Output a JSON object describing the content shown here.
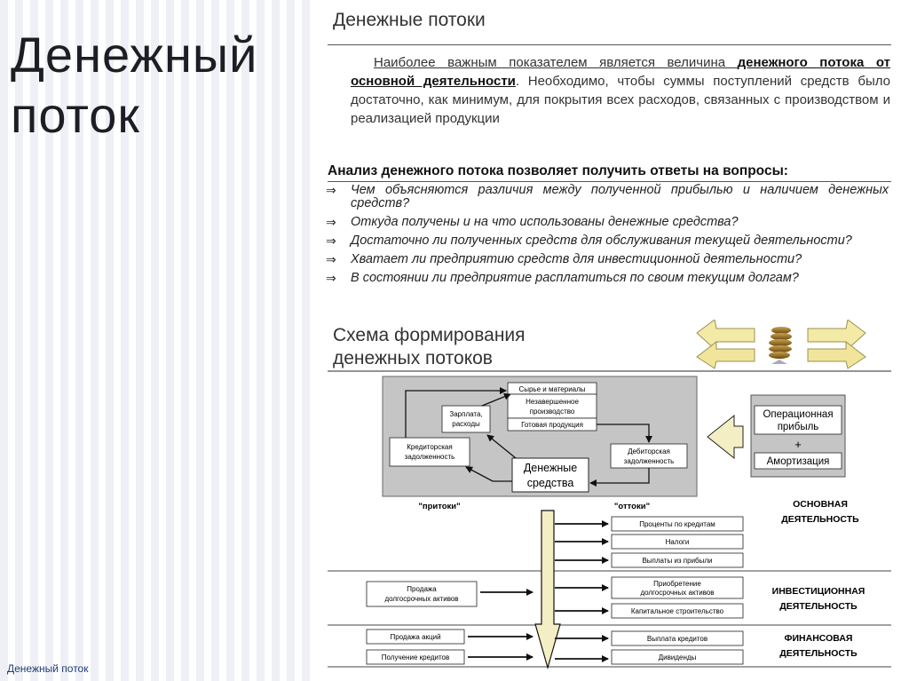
{
  "slide": {
    "title_line1": "Денежный",
    "title_line2": "поток",
    "footer": "Денежный поток"
  },
  "doc": {
    "heading": "Денежные потоки",
    "para_start": "Наиболее важным показателем является величина ",
    "para_bold": "денежного потока от основной деятельности",
    "para_end": ". Необходимо, чтобы суммы поступлений средств было достаточно, как минимум, для покрытия всех расходов, связанных с производством и реализацией продукции",
    "questions_heading": "Анализ денежного потока позволяет получить ответы на вопросы:",
    "arrow": "⇒",
    "questions": [
      "Чем объясняются различия между полученной прибылью и наличием денежных средств?",
      "Откуда получены и на что использованы денежные средства?",
      "Достаточно ли полученных средств для обслуживания текущей деятельности?",
      "Хватает ли предприятию средств для инвестиционной деятельности?",
      "В состоянии ли предприятие расплатиться по своим текущим долгам?"
    ],
    "scheme_title_line1": "Схема формирования",
    "scheme_title_line2": "денежных потоков"
  },
  "diagram": {
    "raw_materials": "Сырье и материалы",
    "wip_line1": "Незавершенное",
    "wip_line2": "производство",
    "finished": "Готовая продукция",
    "salary_line1": "Зарплата,",
    "salary_line2": "расходы",
    "payables_line1": "Кредиторская",
    "payables_line2": "задолженность",
    "receivables_line1": "Дебиторская",
    "receivables_line2": "задолженность",
    "cash_line1": "Денежные",
    "cash_line2": "средства",
    "op_profit_line1": "Операционная",
    "op_profit_line2": "прибыль",
    "plus": "+",
    "amortization": "Амортизация",
    "inflows": "\"притоки\"",
    "outflows": "\"оттоки\"",
    "operating": [
      "ОСНОВНАЯ",
      "ДЕЯТЕЛЬНОСТЬ"
    ],
    "investing": [
      "ИНВЕСТИЦИОННАЯ",
      "ДЕЯТЕЛЬНОСТЬ"
    ],
    "financing": [
      "ФИНАНСОВАЯ",
      "ДЕЯТЕЛЬНОСТЬ"
    ],
    "out_operating": [
      "Проценты по кредитам",
      "Налоги",
      "Выплаты из прибыли"
    ],
    "out_investing_1_line1": "Приобретение",
    "out_investing_1_line2": "долгосрочных активов",
    "out_investing_2": "Капитальное строительство",
    "in_investing_line1": "Продажа",
    "in_investing_line2": "долгосрочных активов",
    "in_financing": [
      "Продажа акций",
      "Получение кредитов"
    ],
    "out_financing": [
      "Выплата кредитов",
      "Дивиденды"
    ]
  }
}
